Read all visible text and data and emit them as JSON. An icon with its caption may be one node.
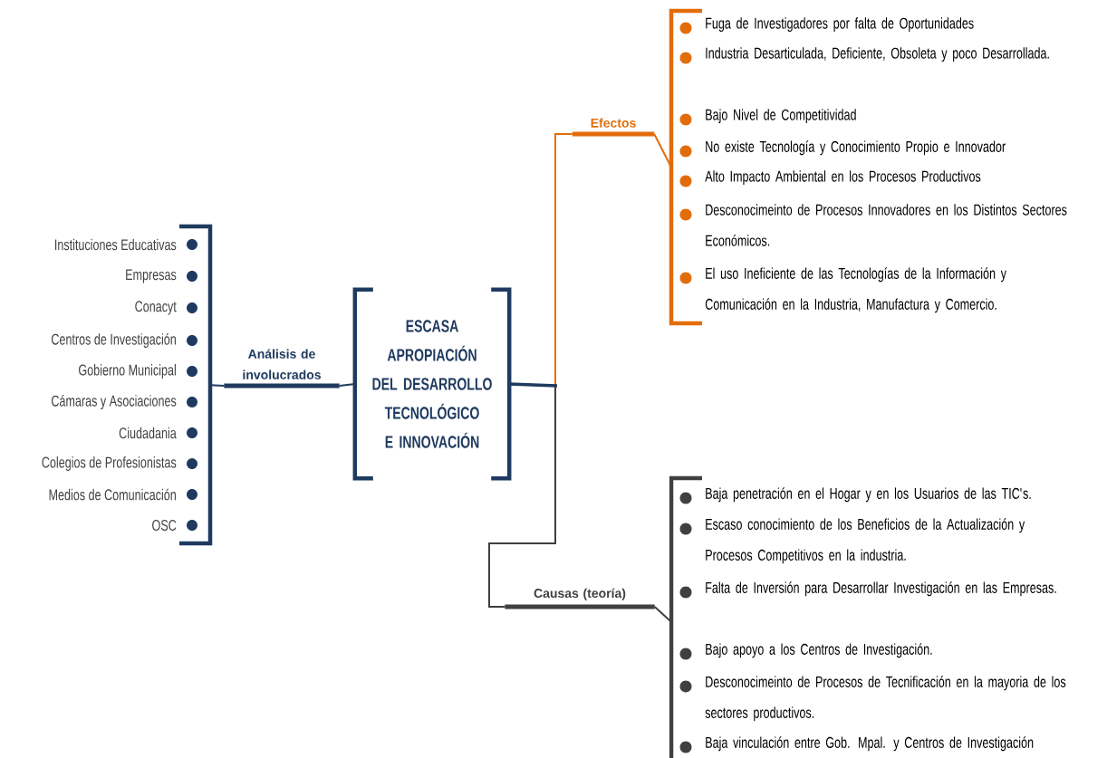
{
  "diagram": {
    "nodes": [
      {
        "text": [
          "ESCASA APROPIACIÓN DEL DESARROLLO TECNOLÓGICO E INNOVACIÓN"
        ]
      },
      {
        "text": [
          "Análisis de involucrados"
        ]
      },
      {
        "text": [
          "Instituciones Educativas",
          "Empresas",
          "Conacyt",
          "Centros de Investigación",
          "Gobierno Municipal",
          "Cámaras y Asociaciones",
          "Ciudadania",
          "Colegios de Profesionistas",
          "Medios de Comunicación",
          "OSC"
        ]
      },
      {
        "text": [
          "Efectos"
        ]
      },
      {
        "text": [
          "Fuga de Investigadores por falta de Oportunidades",
          "Industria Desarticulada, Deficiente, Obsoleta y poco Desarrollada.",
          "Bajo Nivel de Competitividad",
          "No existe Tecnología y Conocimiento Propio e Innovador",
          "Alto Impacto Ambiental en los Procesos Productivos",
          "Desconocimeinto de Procesos Innovadores en los Distintos Sectores Económicos.",
          "El uso Ineficiente de las Tecnologías de la Información y Comunicación en la Industria, Manufactura y Comercio."
        ]
      },
      {
        "text": [
          "Causas (teoría)"
        ]
      },
      {
        "text": [
          "Baja penetración en el Hogar y en los Usuarios de las TIC's.",
          "Escaso conocimiento de los Beneficios de la Actualización y Procesos Competitivos en la industria.",
          "Falta de Inversión para Desarrollar Investigación en las Empresas.",
          "Bajo apoyo a los Centros de Investigación.",
          "Desconocimeinto de Procesos de Tecnificación en la mayoria de los sectores productivos.",
          "Baja vinculación entre Gob. Mpal. y Centros de Investigación"
        ]
      }
    ],
    "edges": [
      {
        "from": 0,
        "to": 1,
        "arrow": "none",
        "color": "#1f3a5f"
      },
      {
        "from": 1,
        "to": 2,
        "arrow": "none",
        "color": "#1f3a5f"
      },
      {
        "from": 0,
        "to": 3,
        "arrow": "none",
        "color": "#e36c0a"
      },
      {
        "from": 3,
        "to": 4,
        "arrow": "none",
        "color": "#e36c0a"
      },
      {
        "from": 0,
        "to": 5,
        "arrow": "none",
        "color": "#404040"
      },
      {
        "from": 5,
        "to": 6,
        "arrow": "none",
        "color": "#404040"
      }
    ]
  }
}
